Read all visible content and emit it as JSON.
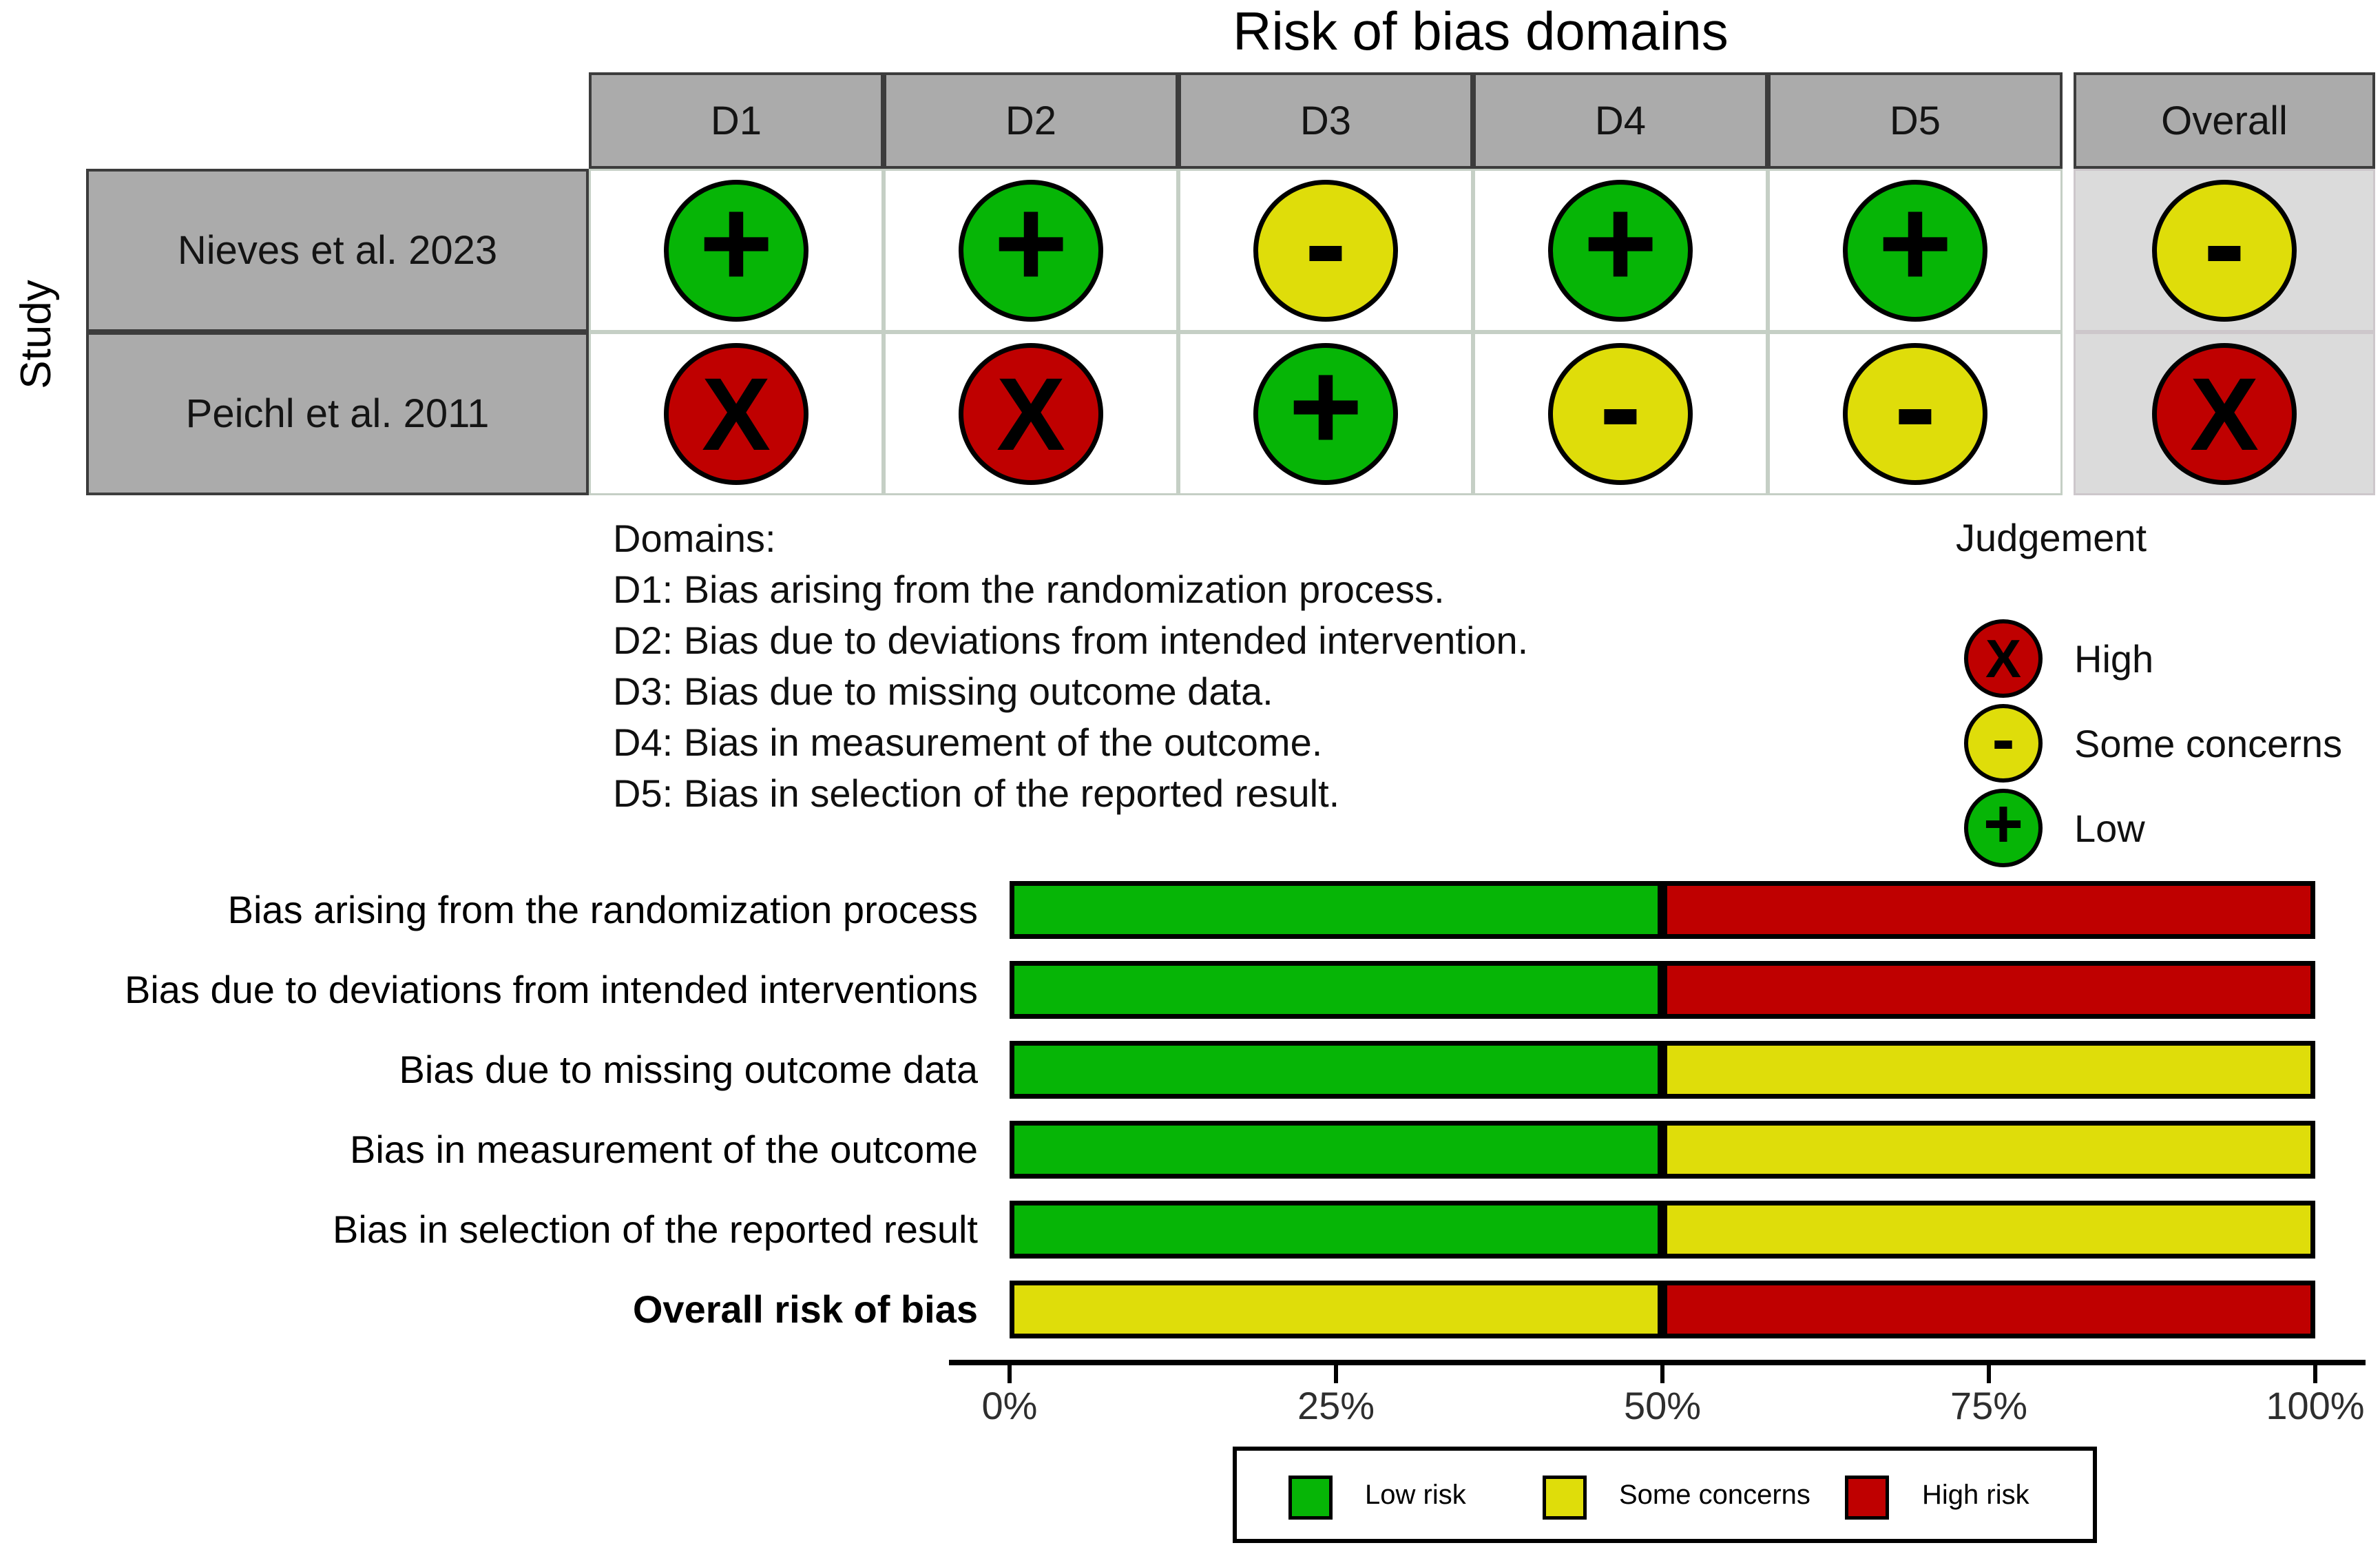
{
  "title": "Risk of bias domains",
  "traffic_light": {
    "y_axis_label": "Study",
    "columns": [
      "D1",
      "D2",
      "D3",
      "D4",
      "D5",
      "Overall"
    ],
    "rows": [
      {
        "study": "Nieves et al. 2023",
        "judgements": [
          "low",
          "low",
          "some_concerns",
          "low",
          "low",
          "some_concerns"
        ]
      },
      {
        "study": "Peichl et al. 2011",
        "judgements": [
          "high",
          "high",
          "low",
          "some_concerns",
          "some_concerns",
          "high"
        ]
      }
    ]
  },
  "judgements": {
    "low": {
      "symbol": "+",
      "label": "Low",
      "color": "#06B506"
    },
    "some_concerns": {
      "symbol": "-",
      "label": "Some concerns",
      "color": "#DFDD0A"
    },
    "high": {
      "symbol": "X",
      "label": "High",
      "color": "#BF0000"
    }
  },
  "palette": {
    "header_gray": "#ABABAB",
    "overall_cell_bg": "#DBDBDB"
  },
  "domains_legend": {
    "heading": "Domains:",
    "items": [
      "D1: Bias arising from the randomization process.",
      "D2: Bias due to deviations from intended intervention.",
      "D3: Bias due to missing outcome data.",
      "D4: Bias in measurement of the outcome.",
      "D5: Bias in selection of the reported result."
    ]
  },
  "judgement_legend": {
    "heading": "Judgement",
    "items": [
      {
        "level": "high",
        "label": "High"
      },
      {
        "level": "some_concerns",
        "label": "Some concerns"
      },
      {
        "level": "low",
        "label": "Low"
      }
    ]
  },
  "chart_data": {
    "type": "bar",
    "orientation": "horizontal",
    "stacked": true,
    "categories": [
      "Bias arising from the randomization process",
      "Bias due to deviations from intended interventions",
      "Bias due to missing outcome data",
      "Bias in measurement of the outcome",
      "Bias in selection of the reported result",
      "Overall risk of bias"
    ],
    "series": [
      {
        "name": "Low risk",
        "color": "#06B506",
        "values": [
          50,
          50,
          50,
          50,
          50,
          0
        ]
      },
      {
        "name": "Some concerns",
        "color": "#DFDD0A",
        "values": [
          0,
          0,
          50,
          50,
          50,
          50
        ]
      },
      {
        "name": "High risk",
        "color": "#BF0000",
        "values": [
          50,
          50,
          0,
          0,
          0,
          50
        ]
      }
    ],
    "xlim": [
      0,
      100
    ],
    "x_ticks": [
      "0%",
      "25%",
      "50%",
      "75%",
      "100%"
    ],
    "legend_position": "bottom",
    "grid": false
  }
}
